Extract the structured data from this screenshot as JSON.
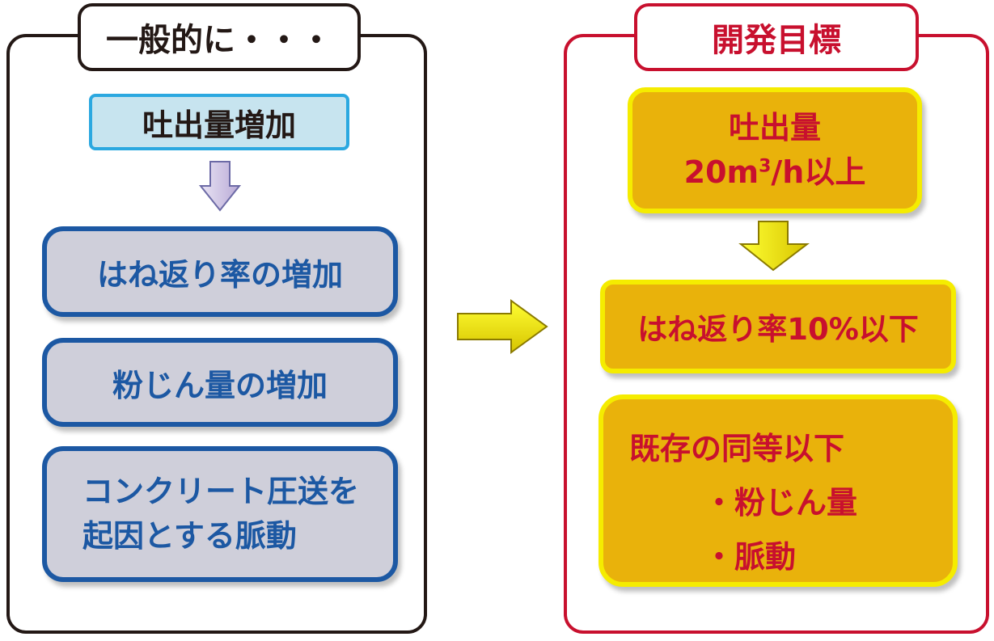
{
  "left_panel": {
    "title": "一般的に・・・",
    "top_box": "吐出量増加",
    "effects": [
      "はね返り率の増加",
      "粉じん量の増加",
      "コンクリート圧送を",
      "起因とする脈動"
    ]
  },
  "right_panel": {
    "title": "開発目標",
    "output_label": "吐出量",
    "output_value_prefix": "20m",
    "output_value_sup": "3",
    "output_value_suffix": "/h以上",
    "rebound_target": "はね返り率10%以下",
    "equal_heading": "既存の同等以下",
    "equal_items": [
      "・粉じん量",
      "・脈動"
    ]
  },
  "colors": {
    "left_border": "#231815",
    "right_accent": "#c8102e",
    "blue_box_border": "#1c58a3",
    "blue_box_fill": "#cfcfda",
    "gold_fill": "#e9b20b",
    "yellow_border": "#f5ec00",
    "light_blue_fill": "#c7e4ef"
  }
}
